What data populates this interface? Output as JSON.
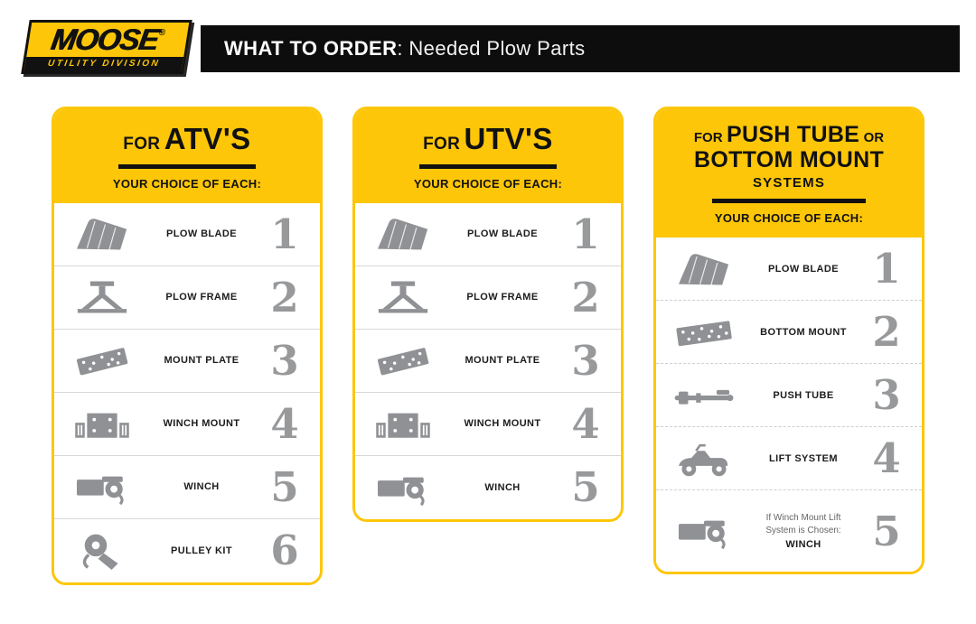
{
  "brand": {
    "name": "MOOSE",
    "reg": "®",
    "division": "UTILITY DIVISION"
  },
  "header": {
    "title_bold": "WHAT TO ORDER",
    "title_rest": ": Needed Plow Parts"
  },
  "colors": {
    "brand_yellow": "#fdc608",
    "bar_black": "#0d0d0d",
    "part_gray": "#8f9194",
    "number_gray": "#98999b"
  },
  "cards": [
    {
      "for": "FOR",
      "name": "ATV'S",
      "subtitle": "YOUR CHOICE OF EACH:",
      "rows": [
        {
          "icon": "plow-blade-icon",
          "label": "PLOW BLADE",
          "number": "1"
        },
        {
          "icon": "plow-frame-icon",
          "label": "PLOW FRAME",
          "number": "2"
        },
        {
          "icon": "mount-plate-icon",
          "label": "MOUNT PLATE",
          "number": "3"
        },
        {
          "icon": "winch-mount-icon",
          "label": "WINCH MOUNT",
          "number": "4"
        },
        {
          "icon": "winch-icon",
          "label": "WINCH",
          "number": "5"
        },
        {
          "icon": "pulley-kit-icon",
          "label": "PULLEY KIT",
          "number": "6"
        }
      ]
    },
    {
      "for": "FOR",
      "name": "UTV'S",
      "subtitle": "YOUR CHOICE OF EACH:",
      "rows": [
        {
          "icon": "plow-blade-icon",
          "label": "PLOW BLADE",
          "number": "1"
        },
        {
          "icon": "plow-frame-icon",
          "label": "PLOW FRAME",
          "number": "2"
        },
        {
          "icon": "mount-plate-icon",
          "label": "MOUNT PLATE",
          "number": "3"
        },
        {
          "icon": "winch-mount-icon",
          "label": "WINCH MOUNT",
          "number": "4"
        },
        {
          "icon": "winch-icon",
          "label": "WINCH",
          "number": "5"
        }
      ]
    },
    {
      "for": "FOR",
      "name": "PUSH TUBE",
      "or": "OR",
      "name2": "BOTTOM MOUNT",
      "systems": "SYSTEMS",
      "subtitle": "YOUR CHOICE OF EACH:",
      "rows": [
        {
          "icon": "plow-blade-icon",
          "label": "PLOW BLADE",
          "number": "1"
        },
        {
          "icon": "bottom-mount-icon",
          "label": "BOTTOM MOUNT",
          "number": "2"
        },
        {
          "icon": "push-tube-icon",
          "label": "PUSH TUBE",
          "number": "3"
        },
        {
          "icon": "lift-system-icon",
          "label": "LIFT SYSTEM",
          "number": "4"
        },
        {
          "icon": "winch-icon",
          "note": "If Winch Mount Lift System is Chosen:",
          "label": "WINCH",
          "number": "5"
        }
      ]
    }
  ]
}
